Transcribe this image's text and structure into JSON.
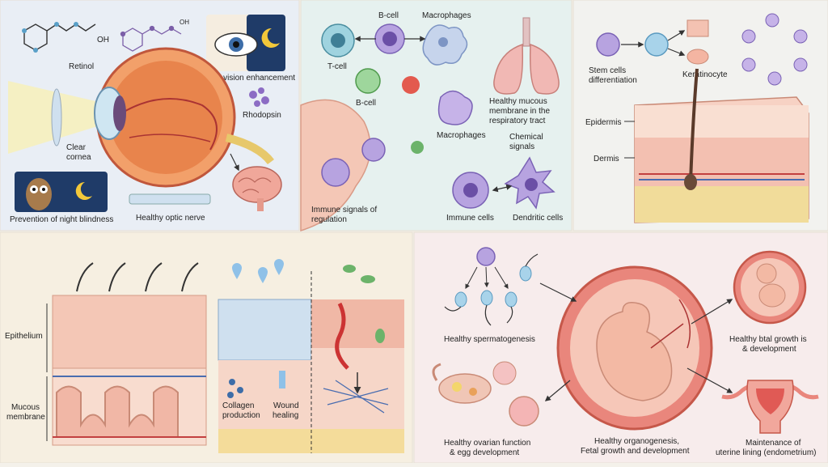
{
  "colors": {
    "eye_bg": "#e9eef5",
    "immune_bg": "#e6f1ef",
    "skin_bg": "#f2f2ef",
    "mucosa_bg": "#f6efe1",
    "repro_bg": "#f7ecec",
    "accent_skin": "#f2b6a6",
    "accent_blue": "#8fb6e0",
    "accent_purple": "#9c7fd0"
  },
  "eye": {
    "retinol": "Retinol",
    "night_vision": "Night vision enhancement",
    "rhodopsin": "Rhodopsin",
    "clear_cornea_1": "Clear",
    "clear_cornea_2": "cornea",
    "night_blindness": "Prevention of night blindness",
    "optic_nerve": "Healthy optic nerve",
    "oh": "OH"
  },
  "immune": {
    "bcell_top": "B-cell",
    "macrophages_top": "Macrophages",
    "tcell": "T-cell",
    "bcell_mid": "B-cell",
    "macrophages_mid": "Macrophages",
    "mucous_1": "Healthy mucous",
    "mucous_2": "membrane in the",
    "mucous_3": "respiratory tract",
    "chemical_1": "Chemical",
    "chemical_2": "signals",
    "signals_1": "Immune signals of",
    "signals_2": "regulation",
    "immune_cells": "Immune cells",
    "dendritic": "Dendritic cells"
  },
  "skin": {
    "stem_1": "Stem cells",
    "stem_2": "differentiation",
    "keratinocyte": "Keratinocyte",
    "epidermis": "Epidermis",
    "dermis": "Dermis"
  },
  "mucosa": {
    "epithelium": "Epithelium",
    "mucous_1": "Mucous",
    "mucous_2": "membrane",
    "collagen_1": "Collagen",
    "collagen_2": "production",
    "wound_1": "Wound",
    "wound_2": "healing"
  },
  "repro": {
    "spermatogenesis": "Healthy spermatogenesis",
    "fetal_1": "Healthy btal growth is",
    "fetal_2": "& development",
    "ovarian_1": "Healthy ovarian function",
    "ovarian_2": "& egg development",
    "organo_1": "Healthy organogenesis,",
    "organo_2": "Fetal growth and development",
    "uterine_1": "Maintenance of",
    "uterine_2": "uterine lining (endometrium)"
  }
}
